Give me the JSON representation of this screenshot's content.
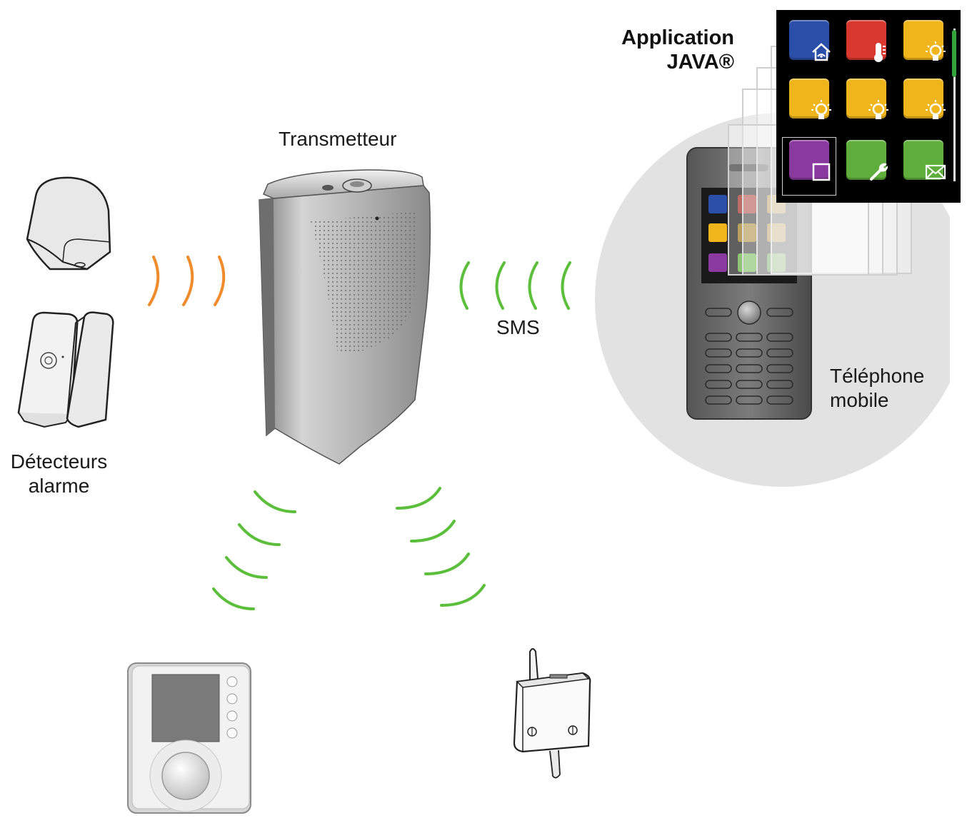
{
  "labels": {
    "transmitter": "Transmetteur",
    "sms": "SMS",
    "phone_line1": "Téléphone",
    "phone_line2": "mobile",
    "detectors_line1": "Détecteurs",
    "detectors_line2": "alarme",
    "app_line1": "Application",
    "app_line2": "JAVA®"
  },
  "app_tiles": [
    {
      "icon": "house-alarm-icon",
      "color": "#2b4fa8"
    },
    {
      "icon": "thermometer-icon",
      "color": "#d8382e"
    },
    {
      "icon": "light-bulb-icon",
      "color": "#f1b51c"
    },
    {
      "icon": "light-bulb-icon",
      "color": "#f1b51c"
    },
    {
      "icon": "light-bulb-icon",
      "color": "#f1b51c"
    },
    {
      "icon": "light-bulb-icon",
      "color": "#f1b51c"
    },
    {
      "icon": "square-icon",
      "color": "#8a3a9e"
    },
    {
      "icon": "wrench-icon",
      "color": "#5fae3c"
    },
    {
      "icon": "envelope-icon",
      "color": "#5fae3c"
    }
  ],
  "colors": {
    "wave_orange": "#f08c2c",
    "wave_green": "#5cbf3b",
    "circle_gray": "#e2e2e2"
  }
}
